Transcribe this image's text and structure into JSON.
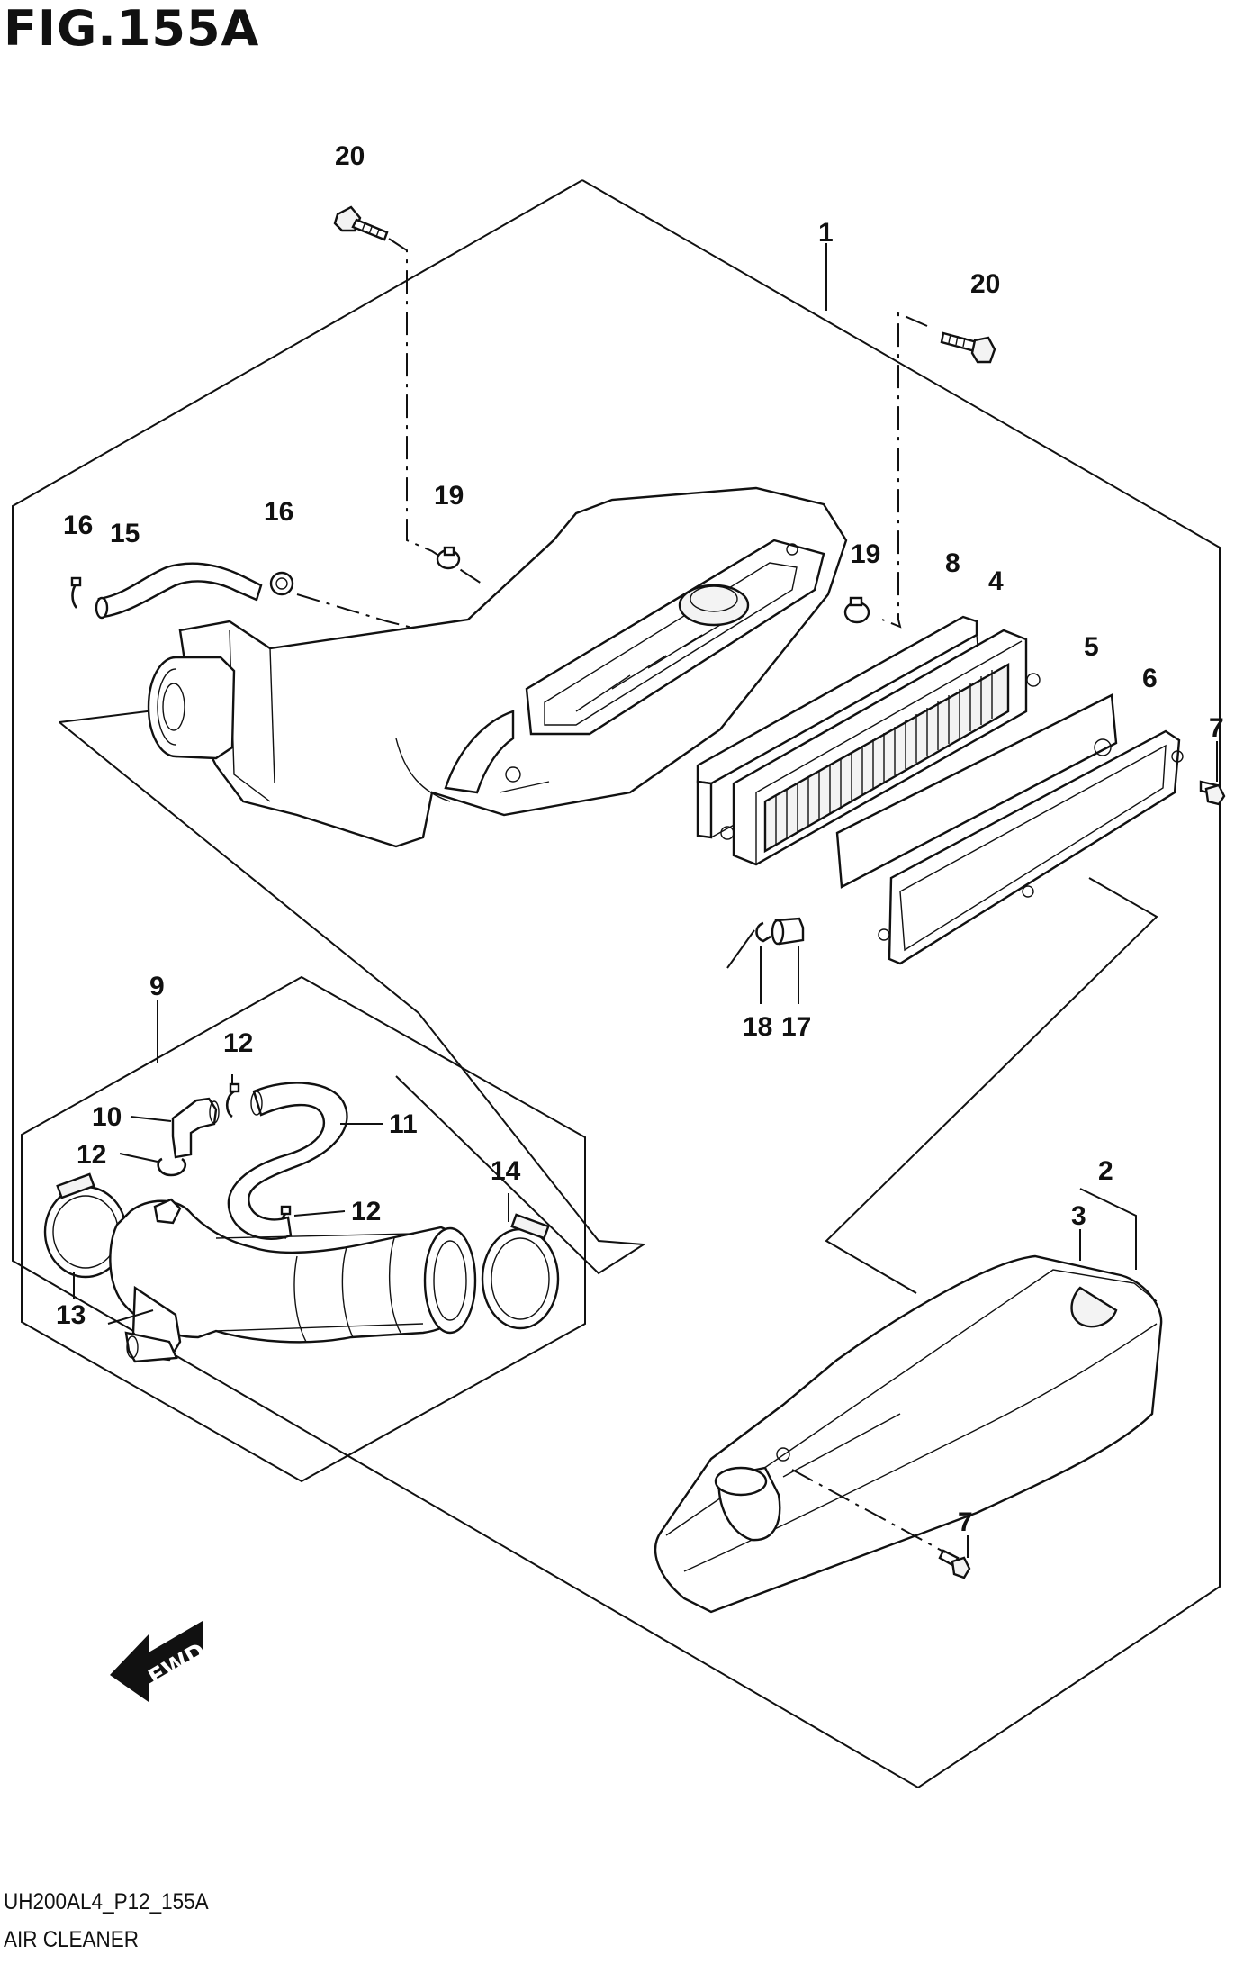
{
  "figure": {
    "title": "FIG.155A"
  },
  "footer": {
    "code": "UH200AL4_P12_155A",
    "name": "AIR CLEANER"
  },
  "fwd_label": "FWD",
  "callouts": {
    "c1": "1",
    "c2": "2",
    "c3": "3",
    "c4": "4",
    "c5": "5",
    "c6": "6",
    "c7a": "7",
    "c7b": "7",
    "c8": "8",
    "c9": "9",
    "c10": "10",
    "c11": "11",
    "c12a": "12",
    "c12b": "12",
    "c12c": "12",
    "c13": "13",
    "c14": "14",
    "c15": "15",
    "c16a": "16",
    "c16b": "16",
    "c17": "17",
    "c18": "18",
    "c19a": "19",
    "c19b": "19",
    "c20a": "20",
    "c20b": "20"
  }
}
